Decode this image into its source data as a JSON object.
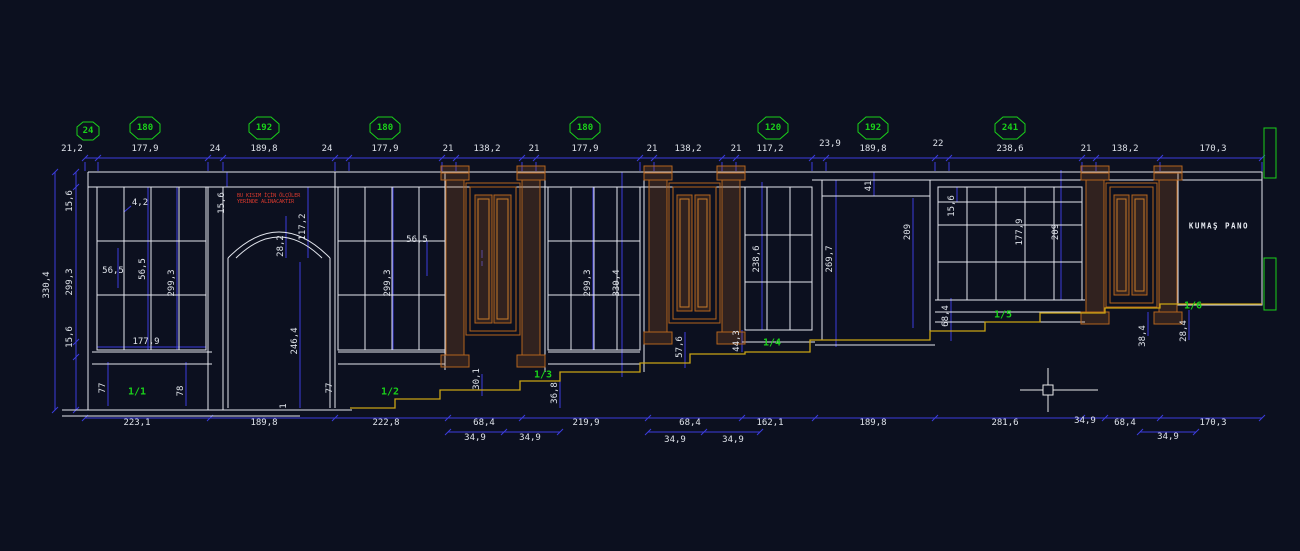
{
  "colors": {
    "background": "#0c101f",
    "dimension_blue": "#3c3cdc",
    "geometry_white": "#e3e6ee",
    "accent_green": "#1ad11a",
    "wood_brown": "#b4641e",
    "steps_yellow": "#c9a414",
    "note_red": "#e23b2e"
  },
  "texts": {
    "panel_label": "KUMAŞ PANO",
    "red_note_1": "BU KISIM İÇİN ÖLÇÜLER",
    "red_note_2": "YERİNDE ALINACAKTIR"
  },
  "label_groups": [
    {
      "name": "balloon-label",
      "cls": "balloon",
      "rot": false,
      "items": [
        [
          "24",
          88,
          131
        ],
        [
          "180",
          145,
          128
        ],
        [
          "192",
          264,
          128
        ],
        [
          "180",
          385,
          128
        ],
        [
          "180",
          585,
          128
        ],
        [
          "120",
          773,
          128
        ],
        [
          "192",
          873,
          128
        ],
        [
          "241",
          1010,
          128
        ]
      ]
    },
    {
      "name": "top-dimension-label",
      "cls": "dim",
      "rot": false,
      "items": [
        [
          "21,2",
          72,
          149
        ],
        [
          "177,9",
          145,
          149
        ],
        [
          "24",
          215,
          149
        ],
        [
          "189,8",
          264,
          149
        ],
        [
          "24",
          327,
          149
        ],
        [
          "177,9",
          385,
          149
        ],
        [
          "21",
          448,
          149
        ],
        [
          "138,2",
          487,
          149
        ],
        [
          "21",
          534,
          149
        ],
        [
          "177,9",
          585,
          149
        ],
        [
          "21",
          652,
          149
        ],
        [
          "138,2",
          688,
          149
        ],
        [
          "21",
          736,
          149
        ],
        [
          "117,2",
          770,
          149
        ],
        [
          "23,9",
          830,
          144
        ],
        [
          "189,8",
          873,
          149
        ],
        [
          "22",
          938,
          144
        ],
        [
          "238,6",
          1010,
          149
        ],
        [
          "21",
          1086,
          149
        ],
        [
          "138,2",
          1125,
          149
        ],
        [
          "170,3",
          1213,
          149
        ]
      ]
    },
    {
      "name": "bottom-dimension-label",
      "cls": "dim",
      "rot": false,
      "items": [
        [
          "223,1",
          137,
          423
        ],
        [
          "189,8",
          264,
          423
        ],
        [
          "222,8",
          386,
          423
        ],
        [
          "68,4",
          484,
          423
        ],
        [
          "219,9",
          586,
          423
        ],
        [
          "68,4",
          690,
          423
        ],
        [
          "162,1",
          770,
          423
        ],
        [
          "189,8",
          873,
          423
        ],
        [
          "281,6",
          1005,
          423
        ],
        [
          "34,9",
          1085,
          421
        ],
        [
          "68,4",
          1125,
          423
        ],
        [
          "170,3",
          1213,
          423
        ]
      ]
    },
    {
      "name": "step-dimension-label",
      "cls": "dim",
      "rot": false,
      "items": [
        [
          "34,9",
          475,
          438
        ],
        [
          "34,9",
          530,
          438
        ],
        [
          "34,9",
          675,
          440
        ],
        [
          "34,9",
          733,
          440
        ],
        [
          "34,9",
          1168,
          437
        ]
      ]
    },
    {
      "name": "vertical-dimension-label",
      "cls": "dim",
      "rot": true,
      "items": [
        [
          "330,4",
          47,
          285
        ],
        [
          "15,6",
          70,
          201
        ],
        [
          "299,3",
          70,
          282
        ],
        [
          "15,6",
          70,
          337
        ],
        [
          "56,5",
          143,
          269
        ],
        [
          "299,3",
          172,
          283
        ],
        [
          "77",
          103,
          388
        ],
        [
          "78",
          181,
          391
        ],
        [
          "15,6",
          222,
          203
        ],
        [
          "28,2",
          281,
          246
        ],
        [
          "117,2",
          303,
          227
        ],
        [
          "246,4",
          295,
          341
        ],
        [
          "1",
          284,
          406
        ],
        [
          "77",
          330,
          388
        ],
        [
          "299,3",
          388,
          283
        ],
        [
          "30,1",
          477,
          379
        ],
        [
          "36,8",
          555,
          393
        ],
        [
          "299,3",
          588,
          283
        ],
        [
          "330,4",
          617,
          283
        ],
        [
          "57,6",
          680,
          347
        ],
        [
          "44,3",
          737,
          341
        ],
        [
          "238,6",
          757,
          259
        ],
        [
          "269,7",
          830,
          259
        ],
        [
          "41",
          869,
          186
        ],
        [
          "209",
          908,
          232
        ],
        [
          "15,6",
          952,
          206
        ],
        [
          "177,9",
          1020,
          232
        ],
        [
          "209",
          1056,
          232
        ],
        [
          "68,4",
          946,
          316
        ],
        [
          "38,4",
          1143,
          336
        ],
        [
          "28,4",
          1184,
          331
        ]
      ]
    },
    {
      "name": "inline-dimension-label",
      "cls": "dim",
      "rot": false,
      "items": [
        [
          "4,2",
          140,
          203
        ],
        [
          "56,5",
          113,
          271
        ],
        [
          "177,9",
          146,
          342
        ],
        [
          "56,5",
          417,
          240
        ]
      ]
    },
    {
      "name": "section-label",
      "cls": "green",
      "rot": false,
      "items": [
        [
          "1/1",
          137,
          392
        ],
        [
          "1/2",
          390,
          392
        ],
        [
          "1/3",
          543,
          375
        ],
        [
          "1/4",
          772,
          343
        ],
        [
          "1/5",
          1003,
          315
        ],
        [
          "1/6",
          1193,
          306
        ]
      ]
    }
  ]
}
